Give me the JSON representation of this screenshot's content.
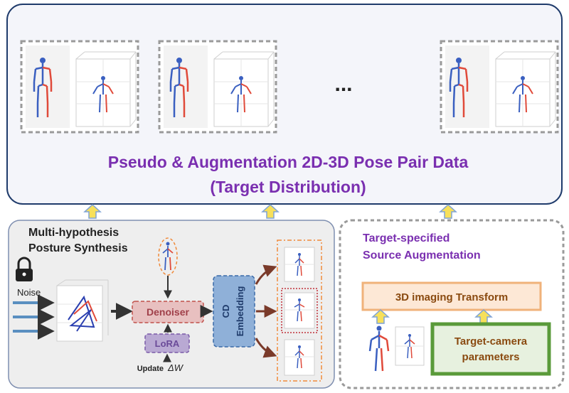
{
  "top_panel": {
    "title_line1": "Pseudo  & Augmentation 2D-3D Pose Pair Data",
    "title_line2": "(Target Distribution)",
    "ellipsis": "...",
    "colors": {
      "title": "#7a2fb0",
      "border": "#1f3b6b",
      "fill": "#f4f5fa"
    }
  },
  "left_panel": {
    "title_line1": "Multi-hypothesis",
    "title_line2": "Posture Synthesis",
    "noise_label": "Noise",
    "denoiser_label": "Denoiser",
    "lora_label": "LoRA",
    "update_label": "Update",
    "delta_w_label": "ΔW",
    "cd_label": "CD",
    "embedding_label": "Embedding",
    "colors": {
      "fill": "#eeeeee",
      "border": "#7f8fb0",
      "denoiser": "#e8c0c0",
      "lora": "#b9a9d3",
      "embed": "#8fb0d8"
    }
  },
  "right_panel": {
    "title_line1": "Target-specified",
    "title_line2": "Source Augmentation",
    "transform_label": "3D imaging Transform",
    "camera_label_line1": "Target-camera",
    "camera_label_line2": "parameters",
    "colors": {
      "title": "#7a2fb0",
      "transform_border": "#f0b27a",
      "transform_fill": "#fde8d6",
      "camera_border": "#5a9a3a",
      "camera_fill": "#e7f1df",
      "label": "#8a4a10"
    }
  },
  "icons": {
    "lock": "lock-icon",
    "up_arrow": "up-arrow-icon",
    "figure": "skeleton-figure-icon"
  }
}
